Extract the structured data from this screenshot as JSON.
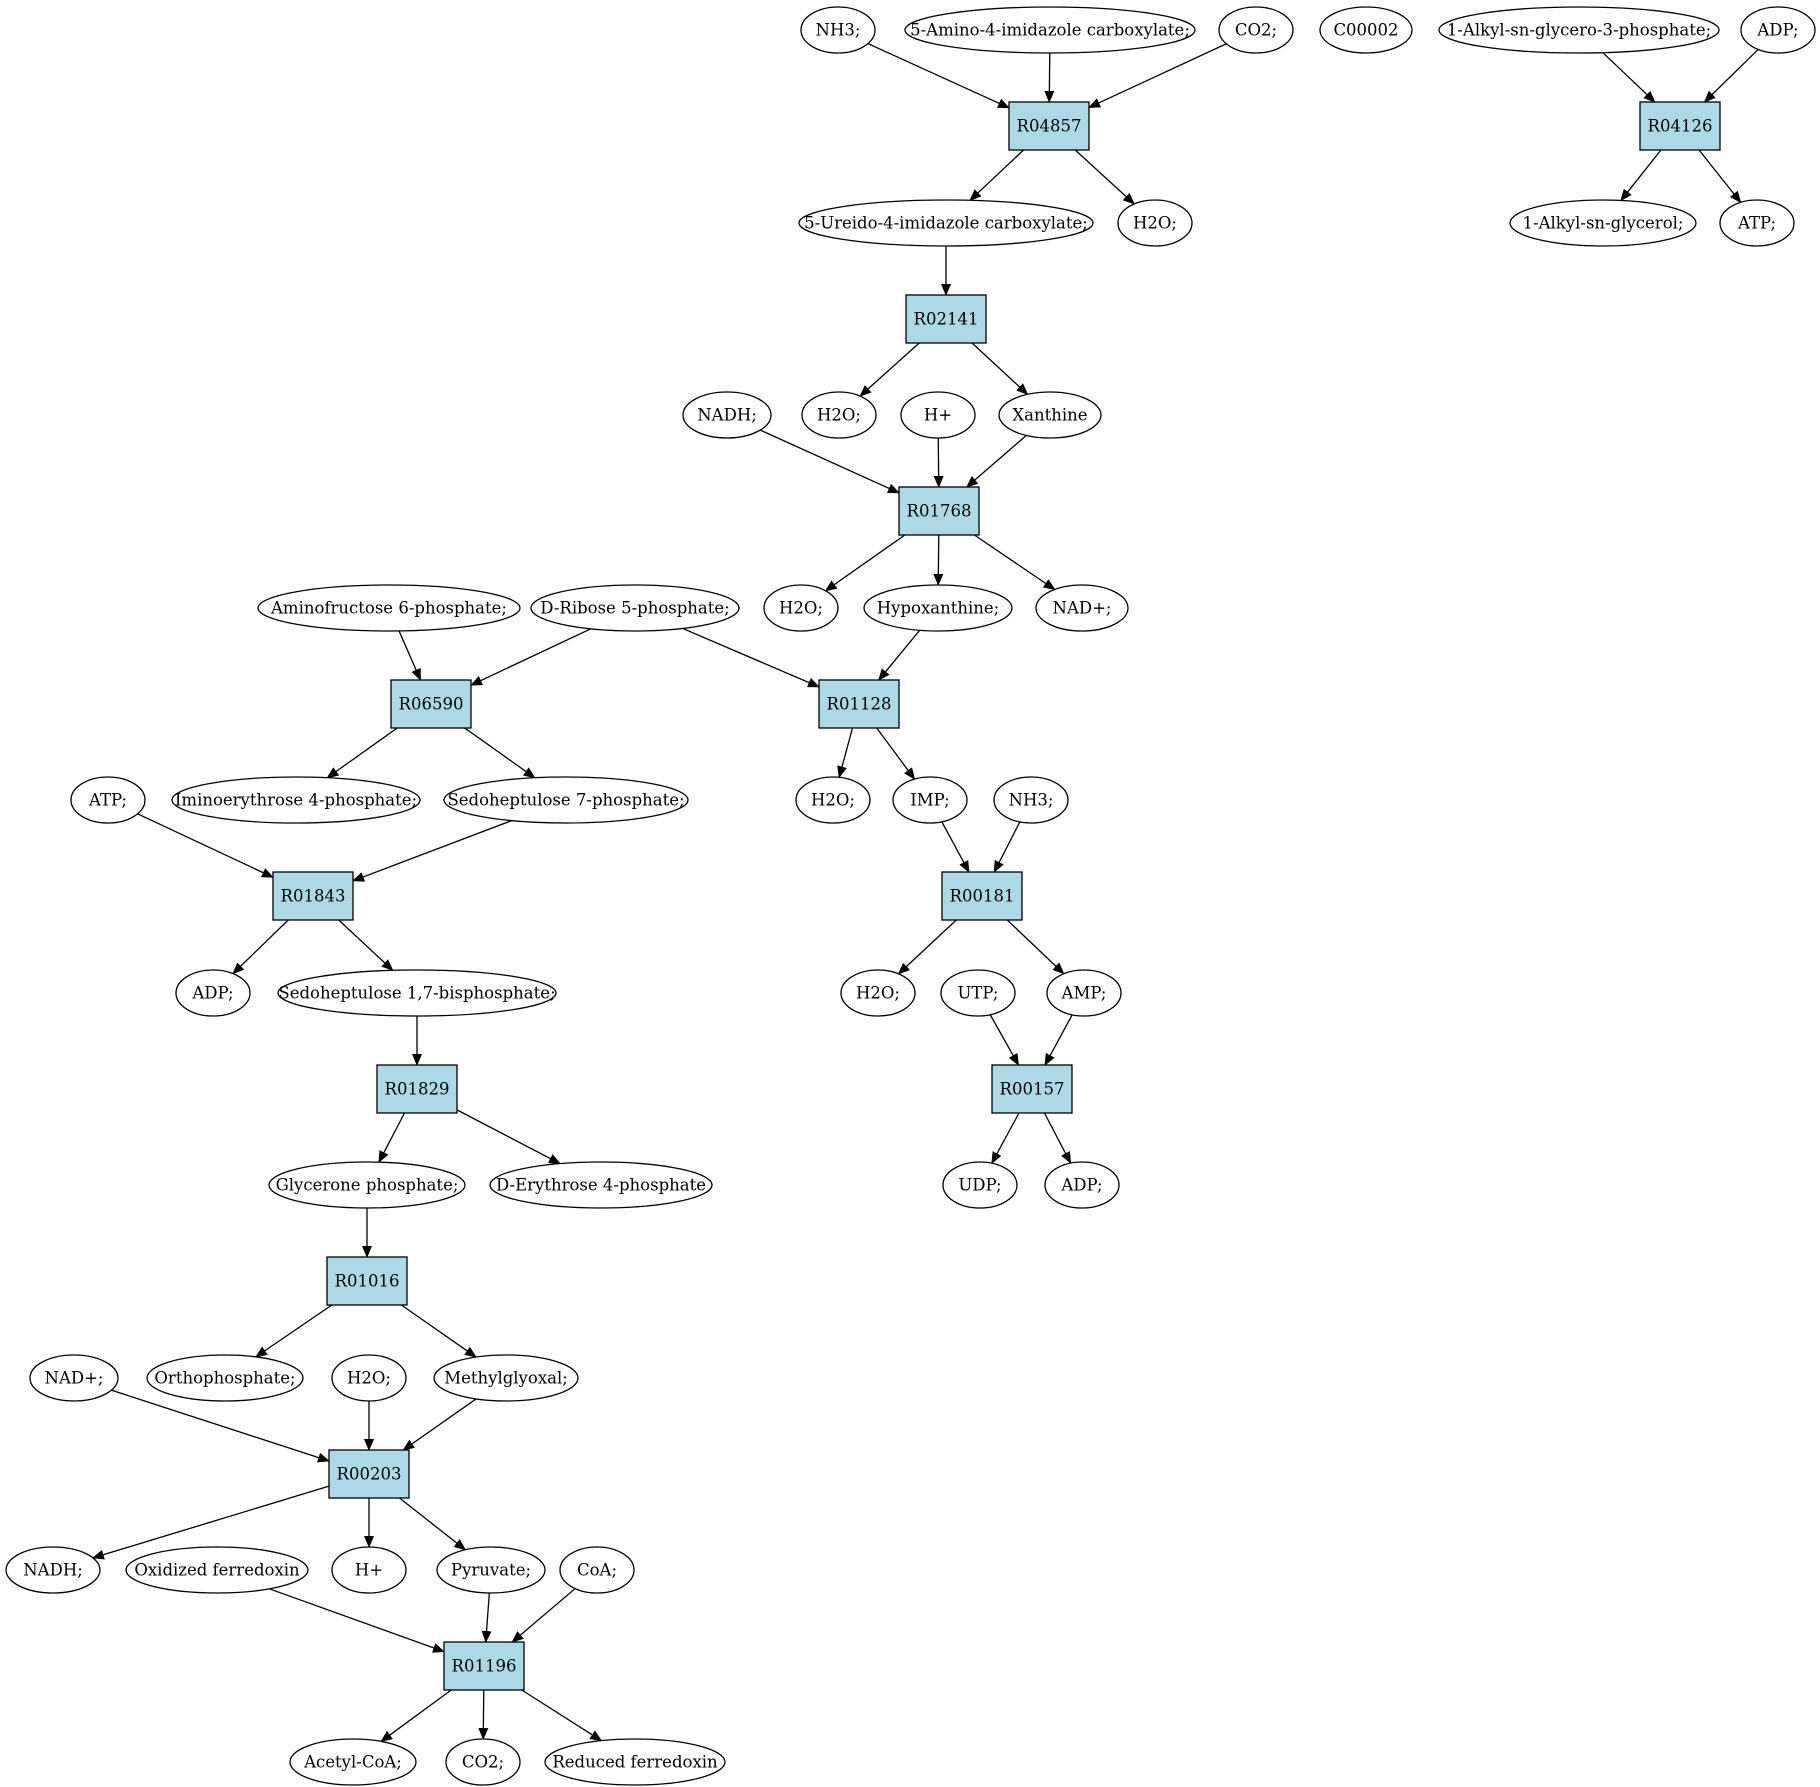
{
  "colors": {
    "reaction_fill": "#add8e6",
    "start_compound_fill": "#00ee00",
    "highlight_compound_fill": "#ffff00",
    "compound_fill": "#ffffff",
    "stroke": "#000000"
  },
  "nodes": [
    {
      "id": "nh3_top",
      "type": "compound",
      "label": "NH3;"
    },
    {
      "id": "amino_imid",
      "type": "compound",
      "label": "5-Amino-4-imidazole carboxylate;"
    },
    {
      "id": "co2_top",
      "type": "compound",
      "label": "CO2;"
    },
    {
      "id": "c00002",
      "type": "compound",
      "label": "C00002",
      "highlight": "yellow"
    },
    {
      "id": "alkyl_g3p",
      "type": "compound",
      "label": "1-Alkyl-sn-glycero-3-phosphate;"
    },
    {
      "id": "adp_top",
      "type": "compound",
      "label": "ADP;"
    },
    {
      "id": "R04857",
      "type": "reaction",
      "label": "R04857"
    },
    {
      "id": "R04126",
      "type": "reaction",
      "label": "R04126"
    },
    {
      "id": "ureido_imid",
      "type": "compound",
      "label": "5-Ureido-4-imidazole carboxylate;"
    },
    {
      "id": "h2o_1",
      "type": "compound",
      "label": "H2O;"
    },
    {
      "id": "alkyl_glycerol",
      "type": "compound",
      "label": "1-Alkyl-sn-glycerol;"
    },
    {
      "id": "atp_top",
      "type": "compound",
      "label": "ATP;"
    },
    {
      "id": "R02141",
      "type": "reaction",
      "label": "R02141"
    },
    {
      "id": "nadh_1",
      "type": "compound",
      "label": "NADH;"
    },
    {
      "id": "h2o_2",
      "type": "compound",
      "label": "H2O;"
    },
    {
      "id": "hplus_1",
      "type": "compound",
      "label": "H+"
    },
    {
      "id": "xanthine",
      "type": "compound",
      "label": "Xanthine"
    },
    {
      "id": "R01768",
      "type": "reaction",
      "label": "R01768"
    },
    {
      "id": "aminofructose",
      "type": "compound",
      "label": "Aminofructose 6-phosphate;"
    },
    {
      "id": "ribose5p",
      "type": "compound",
      "label": "D-Ribose 5-phosphate;",
      "highlight": "green"
    },
    {
      "id": "h2o_3",
      "type": "compound",
      "label": "H2O;"
    },
    {
      "id": "hypoxanthine",
      "type": "compound",
      "label": "Hypoxanthine;"
    },
    {
      "id": "nadplus_1",
      "type": "compound",
      "label": "NAD+;"
    },
    {
      "id": "R06590",
      "type": "reaction",
      "label": "R06590"
    },
    {
      "id": "R01128",
      "type": "reaction",
      "label": "R01128"
    },
    {
      "id": "atp_mid",
      "type": "compound",
      "label": "ATP;"
    },
    {
      "id": "iminoerythrose",
      "type": "compound",
      "label": "Iminoerythrose 4-phosphate;"
    },
    {
      "id": "sedo7p",
      "type": "compound",
      "label": "Sedoheptulose 7-phosphate;"
    },
    {
      "id": "h2o_4",
      "type": "compound",
      "label": "H2O;"
    },
    {
      "id": "imp",
      "type": "compound",
      "label": "IMP;"
    },
    {
      "id": "nh3_mid",
      "type": "compound",
      "label": "NH3;"
    },
    {
      "id": "R01843",
      "type": "reaction",
      "label": "R01843"
    },
    {
      "id": "R00181",
      "type": "reaction",
      "label": "R00181"
    },
    {
      "id": "adp_mid",
      "type": "compound",
      "label": "ADP;"
    },
    {
      "id": "sedo17bp",
      "type": "compound",
      "label": "Sedoheptulose 1,7-bisphosphate;"
    },
    {
      "id": "h2o_5",
      "type": "compound",
      "label": "H2O;"
    },
    {
      "id": "utp",
      "type": "compound",
      "label": "UTP;"
    },
    {
      "id": "amp",
      "type": "compound",
      "label": "AMP;"
    },
    {
      "id": "R01829",
      "type": "reaction",
      "label": "R01829"
    },
    {
      "id": "R00157",
      "type": "reaction",
      "label": "R00157"
    },
    {
      "id": "glycerone_p",
      "type": "compound",
      "label": "Glycerone phosphate;"
    },
    {
      "id": "erythrose4p",
      "type": "compound",
      "label": "D-Erythrose 4-phosphate"
    },
    {
      "id": "udp",
      "type": "compound",
      "label": "UDP;"
    },
    {
      "id": "adp_r",
      "type": "compound",
      "label": "ADP;"
    },
    {
      "id": "R01016",
      "type": "reaction",
      "label": "R01016"
    },
    {
      "id": "nadplus_2",
      "type": "compound",
      "label": "NAD+;"
    },
    {
      "id": "orthophosphate",
      "type": "compound",
      "label": "Orthophosphate;"
    },
    {
      "id": "h2o_6",
      "type": "compound",
      "label": "H2O;"
    },
    {
      "id": "methylglyoxal",
      "type": "compound",
      "label": "Methylglyoxal;"
    },
    {
      "id": "R00203",
      "type": "reaction",
      "label": "R00203"
    },
    {
      "id": "nadh_2",
      "type": "compound",
      "label": "NADH;"
    },
    {
      "id": "oxidized_fd",
      "type": "compound",
      "label": "Oxidized ferredoxin"
    },
    {
      "id": "hplus_2",
      "type": "compound",
      "label": "H+"
    },
    {
      "id": "pyruvate",
      "type": "compound",
      "label": "Pyruvate;"
    },
    {
      "id": "coa",
      "type": "compound",
      "label": "CoA;"
    },
    {
      "id": "R01196",
      "type": "reaction",
      "label": "R01196"
    },
    {
      "id": "acetyl_coa",
      "type": "compound",
      "label": "Acetyl-CoA;"
    },
    {
      "id": "co2_bottom",
      "type": "compound",
      "label": "CO2;"
    },
    {
      "id": "reduced_fd",
      "type": "compound",
      "label": "Reduced ferredoxin"
    }
  ],
  "edges": [
    [
      "nh3_top",
      "R04857"
    ],
    [
      "amino_imid",
      "R04857"
    ],
    [
      "co2_top",
      "R04857"
    ],
    [
      "R04857",
      "ureido_imid"
    ],
    [
      "R04857",
      "h2o_1"
    ],
    [
      "alkyl_g3p",
      "R04126"
    ],
    [
      "adp_top",
      "R04126"
    ],
    [
      "R04126",
      "alkyl_glycerol"
    ],
    [
      "R04126",
      "atp_top"
    ],
    [
      "ureido_imid",
      "R02141"
    ],
    [
      "R02141",
      "h2o_2"
    ],
    [
      "R02141",
      "xanthine"
    ],
    [
      "nadh_1",
      "R01768"
    ],
    [
      "hplus_1",
      "R01768"
    ],
    [
      "xanthine",
      "R01768"
    ],
    [
      "R01768",
      "h2o_3"
    ],
    [
      "R01768",
      "hypoxanthine"
    ],
    [
      "R01768",
      "nadplus_1"
    ],
    [
      "aminofructose",
      "R06590"
    ],
    [
      "ribose5p",
      "R06590"
    ],
    [
      "ribose5p",
      "R01128"
    ],
    [
      "hypoxanthine",
      "R01128"
    ],
    [
      "R06590",
      "iminoerythrose"
    ],
    [
      "R06590",
      "sedo7p"
    ],
    [
      "R01128",
      "h2o_4"
    ],
    [
      "R01128",
      "imp"
    ],
    [
      "atp_mid",
      "R01843"
    ],
    [
      "sedo7p",
      "R01843"
    ],
    [
      "imp",
      "R00181"
    ],
    [
      "nh3_mid",
      "R00181"
    ],
    [
      "R01843",
      "adp_mid"
    ],
    [
      "R01843",
      "sedo17bp"
    ],
    [
      "R00181",
      "h2o_5"
    ],
    [
      "R00181",
      "amp"
    ],
    [
      "utp",
      "R00157"
    ],
    [
      "amp",
      "R00157"
    ],
    [
      "sedo17bp",
      "R01829"
    ],
    [
      "R01829",
      "glycerone_p"
    ],
    [
      "R01829",
      "erythrose4p"
    ],
    [
      "R00157",
      "udp"
    ],
    [
      "R00157",
      "adp_r"
    ],
    [
      "glycerone_p",
      "R01016"
    ],
    [
      "R01016",
      "orthophosphate"
    ],
    [
      "R01016",
      "methylglyoxal"
    ],
    [
      "nadplus_2",
      "R00203"
    ],
    [
      "h2o_6",
      "R00203"
    ],
    [
      "methylglyoxal",
      "R00203"
    ],
    [
      "R00203",
      "nadh_2"
    ],
    [
      "R00203",
      "hplus_2"
    ],
    [
      "R00203",
      "pyruvate"
    ],
    [
      "oxidized_fd",
      "R01196"
    ],
    [
      "pyruvate",
      "R01196"
    ],
    [
      "coa",
      "R01196"
    ],
    [
      "R01196",
      "acetyl_coa"
    ],
    [
      "R01196",
      "co2_bottom"
    ],
    [
      "R01196",
      "reduced_fd"
    ]
  ]
}
